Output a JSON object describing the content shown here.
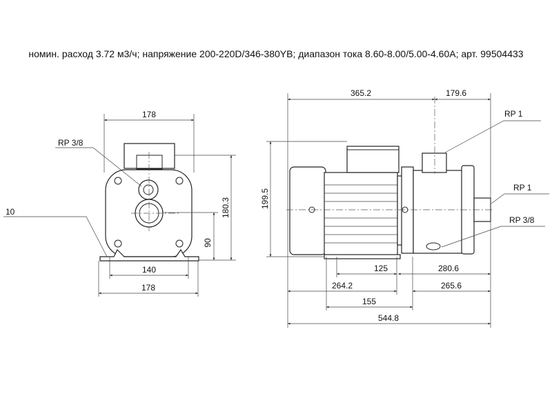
{
  "caption": "номин. расход 3.72 м3/ч; напряжение 200-220D/346-380YB; диапазон тока 8.60-8.00/5.00-4.60A; арт. 99504433",
  "front_view": {
    "width_top": "178",
    "port_label": "RP 3/8",
    "foot_label": "10",
    "height_total": "180.3",
    "height_axis": "90",
    "foot_holes": "140",
    "width_bottom": "178"
  },
  "side_view": {
    "len_motor": "365.2",
    "len_outlet": "179.6",
    "outlet_label": "RP 1",
    "inlet_label": "RP 1",
    "drain_label": "RP 3/8",
    "height": "199.5",
    "d125": "125",
    "d280": "280.6",
    "d264": "264.2",
    "d265": "265.6",
    "d155": "155",
    "total_length": "544.8"
  }
}
